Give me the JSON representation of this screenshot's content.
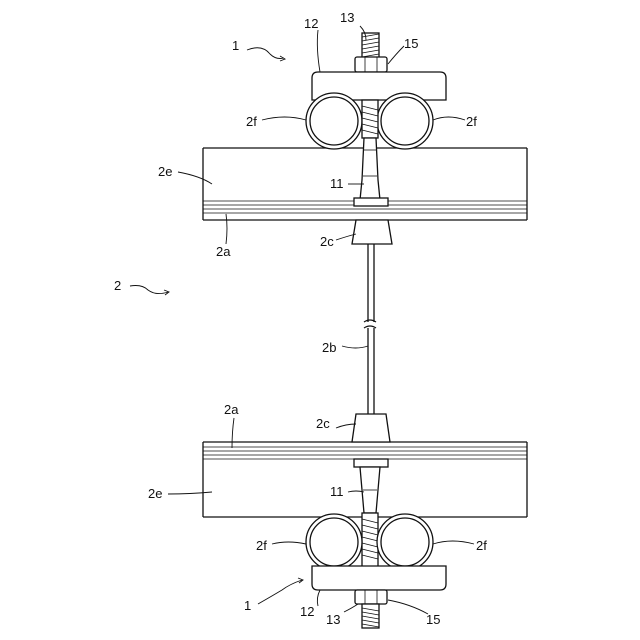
{
  "labels": {
    "assembly": "1",
    "plate": "12",
    "bolt": "13",
    "nut": "15",
    "roller": "2f",
    "panel": "2e",
    "stud": "11",
    "flange": "2a",
    "collar": "2c",
    "whole": "2",
    "rod": "2b"
  }
}
